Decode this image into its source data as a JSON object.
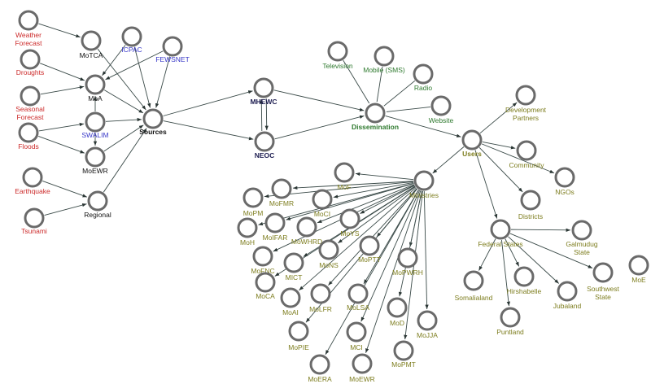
{
  "colors": {
    "red": "#cc2a2a",
    "blue": "#3838c8",
    "green": "#2f7a2f",
    "olive": "#7d7d1e",
    "navy": "#1c1c50",
    "black": "#111111"
  },
  "nodes": {
    "weather": {
      "label": [
        "Weather",
        "Forecast"
      ],
      "color": "red"
    },
    "droughts": {
      "label": [
        "Droughts"
      ],
      "color": "red"
    },
    "seasonal": {
      "label": [
        "Seasonal",
        "Forecast"
      ],
      "color": "red"
    },
    "floods": {
      "label": [
        "Floods"
      ],
      "color": "red"
    },
    "earthquake": {
      "label": [
        "Earthquake"
      ],
      "color": "red"
    },
    "tsunami": {
      "label": [
        "Tsunami"
      ],
      "color": "red"
    },
    "motca": {
      "label": [
        "MoTCA"
      ],
      "color": "black"
    },
    "icpac": {
      "label": [
        "ICPAC"
      ],
      "color": "blue"
    },
    "fewsnet": {
      "label": [
        "FEWSNET"
      ],
      "color": "blue"
    },
    "moa": {
      "label": [
        "MoA"
      ],
      "color": "black"
    },
    "swalim": {
      "label": [
        "SWALIM"
      ],
      "color": "blue"
    },
    "moewr": {
      "label": [
        "MoEWR"
      ],
      "color": "black"
    },
    "regional": {
      "label": [
        "Regional"
      ],
      "color": "black"
    },
    "sources": {
      "label": [
        "Sources"
      ],
      "color": "black",
      "bold": true
    },
    "mhewc": {
      "label": [
        "MHEWC"
      ],
      "color": "navy",
      "bold": true
    },
    "neoc": {
      "label": [
        "NEOC"
      ],
      "color": "navy",
      "bold": true
    },
    "dissemination": {
      "label": [
        "Dissemination"
      ],
      "color": "green",
      "bold": true
    },
    "television": {
      "label": [
        "Television"
      ],
      "color": "green"
    },
    "mobile": {
      "label": [
        "Mobile (SMS)"
      ],
      "color": "green"
    },
    "radio": {
      "label": [
        "Radio"
      ],
      "color": "green"
    },
    "website": {
      "label": [
        "Website"
      ],
      "color": "green"
    },
    "users": {
      "label": [
        "Users"
      ],
      "color": "olive",
      "bold": true
    },
    "devpartners": {
      "label": [
        "Development",
        "Partners"
      ],
      "color": "olive"
    },
    "community": {
      "label": [
        "Community"
      ],
      "color": "olive"
    },
    "ngos": {
      "label": [
        "NGOs"
      ],
      "color": "olive"
    },
    "districts": {
      "label": [
        "Districts"
      ],
      "color": "olive"
    },
    "federal": {
      "label": [
        "Federal States"
      ],
      "color": "olive"
    },
    "galmudug": {
      "label": [
        "Galmudug",
        "State"
      ],
      "color": "olive"
    },
    "somaliland": {
      "label": [
        "Somalialand"
      ],
      "color": "olive"
    },
    "hirshabelle": {
      "label": [
        "Hirshabelle"
      ],
      "color": "olive"
    },
    "puntland": {
      "label": [
        "Puntland"
      ],
      "color": "olive"
    },
    "jubaland": {
      "label": [
        "Jubaland"
      ],
      "color": "olive"
    },
    "southwest": {
      "label": [
        "Southwest",
        "State"
      ],
      "color": "olive"
    },
    "moe": {
      "label": [
        "MoE"
      ],
      "color": "olive"
    },
    "ministries": {
      "label": [
        "Ministries"
      ],
      "color": "olive"
    },
    "mof": {
      "label": [
        "MoF"
      ],
      "color": "olive"
    },
    "mofmr": {
      "label": [
        "MoFMR"
      ],
      "color": "olive"
    },
    "mopm": {
      "label": [
        "MoPM"
      ],
      "color": "olive"
    },
    "moci": {
      "label": [
        "MoCI"
      ],
      "color": "olive"
    },
    "moys": {
      "label": [
        "MoYS"
      ],
      "color": "olive"
    },
    "moh": {
      "label": [
        "MoH"
      ],
      "color": "olive"
    },
    "moifar": {
      "label": [
        "MoIFAR"
      ],
      "color": "olive"
    },
    "mowhrd": {
      "label": [
        "MoWHRD"
      ],
      "color": "olive"
    },
    "moptt": {
      "label": [
        "MoPTT"
      ],
      "color": "olive"
    },
    "mons": {
      "label": [
        "MoNS"
      ],
      "color": "olive"
    },
    "mopwrh": {
      "label": [
        "MoPWRH"
      ],
      "color": "olive"
    },
    "mofnc": {
      "label": [
        "MoFNC"
      ],
      "color": "olive"
    },
    "mict": {
      "label": [
        "MICT"
      ],
      "color": "olive"
    },
    "moca": {
      "label": [
        "MoCA"
      ],
      "color": "olive"
    },
    "moai": {
      "label": [
        "MoAI"
      ],
      "color": "olive"
    },
    "molfr": {
      "label": [
        "MoLFR"
      ],
      "color": "olive"
    },
    "molsa": {
      "label": [
        "MoLSA"
      ],
      "color": "olive"
    },
    "mod": {
      "label": [
        "MoD"
      ],
      "color": "olive"
    },
    "mojja": {
      "label": [
        "MoJJA"
      ],
      "color": "olive"
    },
    "mopie": {
      "label": [
        "MoPIE"
      ],
      "color": "olive"
    },
    "mci": {
      "label": [
        "MCI"
      ],
      "color": "olive"
    },
    "mopmt": {
      "label": [
        "MoPMT"
      ],
      "color": "olive"
    },
    "moera": {
      "label": [
        "MoERA"
      ],
      "color": "olive"
    },
    "moewr2": {
      "label": [
        "MoEWR"
      ],
      "color": "olive"
    }
  },
  "edges": [
    [
      "weather",
      "motca",
      true
    ],
    [
      "droughts",
      "moa",
      true
    ],
    [
      "seasonal",
      "moa",
      true
    ],
    [
      "floods",
      "swalim",
      true
    ],
    [
      "floods",
      "moewr",
      true
    ],
    [
      "earthquake",
      "regional",
      true
    ],
    [
      "tsunami",
      "regional",
      true
    ],
    [
      "icpac",
      "moa",
      true
    ],
    [
      "icpac",
      "sources",
      true
    ],
    [
      "fewsnet",
      "moa",
      true
    ],
    [
      "fewsnet",
      "sources",
      true
    ],
    [
      "motca",
      "sources",
      true
    ],
    [
      "moa",
      "sources",
      true
    ],
    [
      "swalim",
      "moa",
      true
    ],
    [
      "swalim",
      "sources",
      true
    ],
    [
      "swalim",
      "moewr",
      true
    ],
    [
      "moewr",
      "sources",
      true
    ],
    [
      "regional",
      "sources",
      true
    ],
    [
      "sources",
      "mhewc",
      true
    ],
    [
      "sources",
      "neoc",
      true
    ],
    [
      "mhewc",
      "neoc",
      true
    ],
    [
      "neoc",
      "mhewc",
      true
    ],
    [
      "mhewc",
      "dissemination",
      true
    ],
    [
      "neoc",
      "dissemination",
      true
    ],
    [
      "television",
      "dissemination",
      false
    ],
    [
      "mobile",
      "dissemination",
      false
    ],
    [
      "radio",
      "dissemination",
      false
    ],
    [
      "website",
      "dissemination",
      false
    ],
    [
      "dissemination",
      "users",
      true
    ],
    [
      "users",
      "ministries",
      true
    ],
    [
      "users",
      "devpartners",
      true
    ],
    [
      "users",
      "community",
      true
    ],
    [
      "users",
      "ngos",
      true
    ],
    [
      "users",
      "districts",
      true
    ],
    [
      "users",
      "federal",
      true
    ],
    [
      "federal",
      "galmudug",
      true
    ],
    [
      "federal",
      "somaliland",
      true
    ],
    [
      "federal",
      "hirshabelle",
      true
    ],
    [
      "federal",
      "puntland",
      true
    ],
    [
      "federal",
      "jubaland",
      true
    ],
    [
      "federal",
      "southwest",
      true
    ],
    [
      "ministries",
      "mof",
      true
    ],
    [
      "ministries",
      "mofmr",
      true
    ],
    [
      "ministries",
      "mopm",
      true
    ],
    [
      "ministries",
      "moci",
      true
    ],
    [
      "ministries",
      "moys",
      true
    ],
    [
      "ministries",
      "moh",
      true
    ],
    [
      "ministries",
      "moifar",
      true
    ],
    [
      "ministries",
      "mowhrd",
      true
    ],
    [
      "ministries",
      "moptt",
      true
    ],
    [
      "ministries",
      "mons",
      true
    ],
    [
      "ministries",
      "mopwrh",
      true
    ],
    [
      "ministries",
      "mofnc",
      true
    ],
    [
      "ministries",
      "mict",
      true
    ],
    [
      "ministries",
      "moca",
      true
    ],
    [
      "ministries",
      "moai",
      true
    ],
    [
      "ministries",
      "molfr",
      true
    ],
    [
      "ministries",
      "molsa",
      true
    ],
    [
      "ministries",
      "mod",
      true
    ],
    [
      "ministries",
      "mojja",
      true
    ],
    [
      "ministries",
      "mopie",
      true
    ],
    [
      "ministries",
      "mci",
      true
    ],
    [
      "ministries",
      "mopmt",
      true
    ],
    [
      "ministries",
      "moera",
      true
    ],
    [
      "ministries",
      "moewr2",
      true
    ]
  ]
}
